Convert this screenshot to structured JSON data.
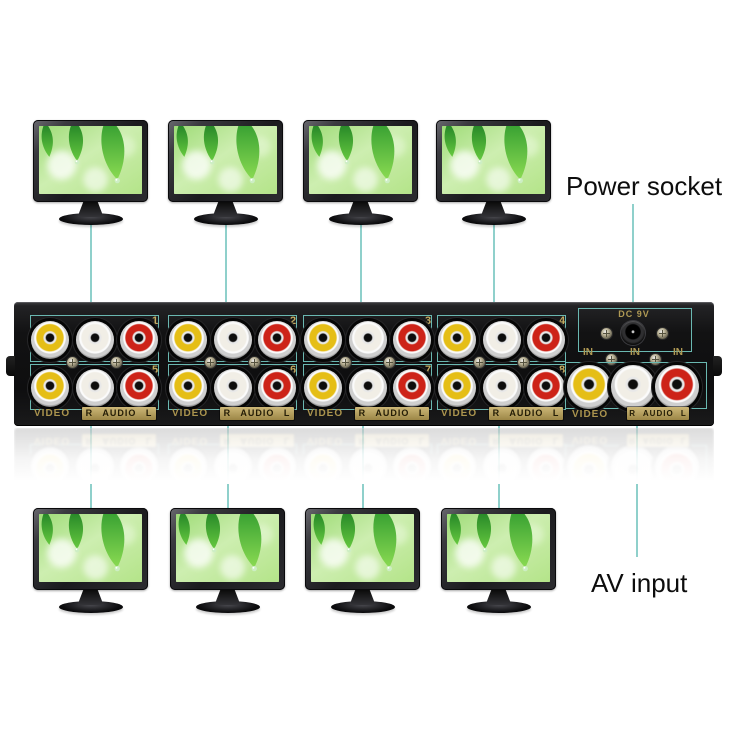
{
  "callouts": {
    "power_socket": "Power socket",
    "av_input": "AV input"
  },
  "device": {
    "power_label": "DC 9V",
    "input_port_labels": [
      "IN",
      "IN",
      "IN"
    ],
    "caption_video": "VIDEO",
    "caption_audio": "R AUDIO L",
    "output_groups": [
      {
        "number": "1"
      },
      {
        "number": "2"
      },
      {
        "number": "3"
      },
      {
        "number": "4"
      },
      {
        "number": "5"
      },
      {
        "number": "6"
      },
      {
        "number": "7"
      },
      {
        "number": "8"
      }
    ]
  },
  "monitors": {
    "top_count": 4,
    "bottom_count": 4,
    "wallpaper": "green-leaves-with-water-drops"
  },
  "colors": {
    "connector": "#8fd0cb",
    "outline": "#6ab8b1",
    "gold_text": "#b09a54",
    "jack_video": "#e5be16",
    "jack_audio_r": "#f1eee6",
    "jack_audio_l": "#cd2318",
    "device_body": "#121213"
  }
}
